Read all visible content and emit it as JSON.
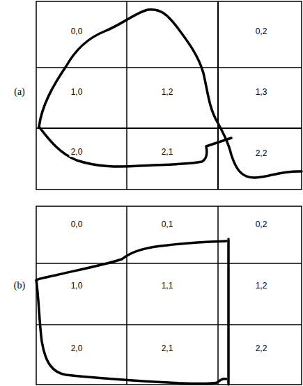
{
  "diagram": {
    "labels": [
      "(a)",
      "0,0",
      "0,2",
      "1,0",
      "1,2",
      "1,3",
      "2,0",
      "2,1",
      "2,2",
      "(b)",
      "0,0",
      "0,1",
      "0,2",
      "1,0",
      "1,1",
      "1,2",
      "2,0",
      "2,1",
      "2,2"
    ]
  }
}
